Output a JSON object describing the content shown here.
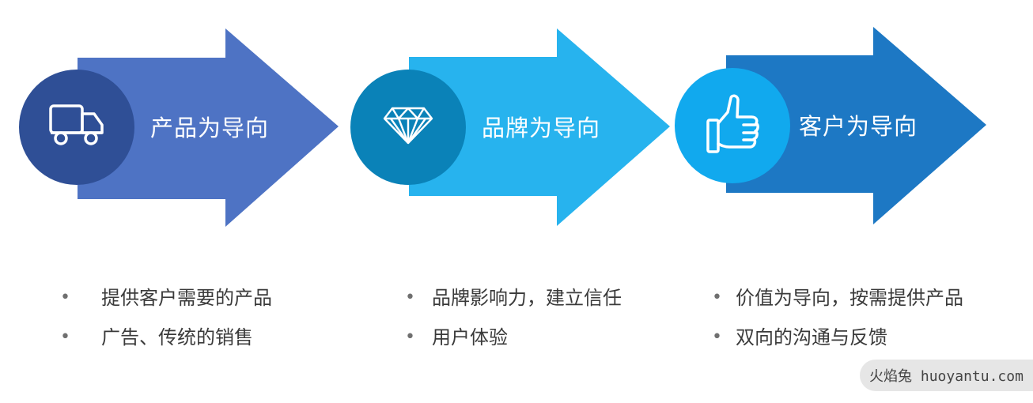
{
  "colors": {
    "arrow1": "#4e73c4",
    "arrow2": "#27b3ee",
    "arrow3": "#1d78c4",
    "circle1": "#2f4f96",
    "circle2": "#0a82b8",
    "circle3": "#11a9ee",
    "bullet_text": "#3a3a3a"
  },
  "steps": [
    {
      "title": "产品为导向",
      "icon": "truck-icon",
      "bullets": [
        "提供客户需要的产品",
        "广告、传统的销售"
      ]
    },
    {
      "title": "品牌为导向",
      "icon": "diamond-icon",
      "bullets": [
        "品牌影响力，建立信任",
        "用户体验"
      ]
    },
    {
      "title": "客户为导向",
      "icon": "thumbs-up-icon",
      "bullets": [
        "价值为导向，按需提供产品",
        "双向的沟通与反馈"
      ]
    }
  ],
  "bullet_symbol": "•",
  "watermark": "火焰兔 huoyantu.com"
}
